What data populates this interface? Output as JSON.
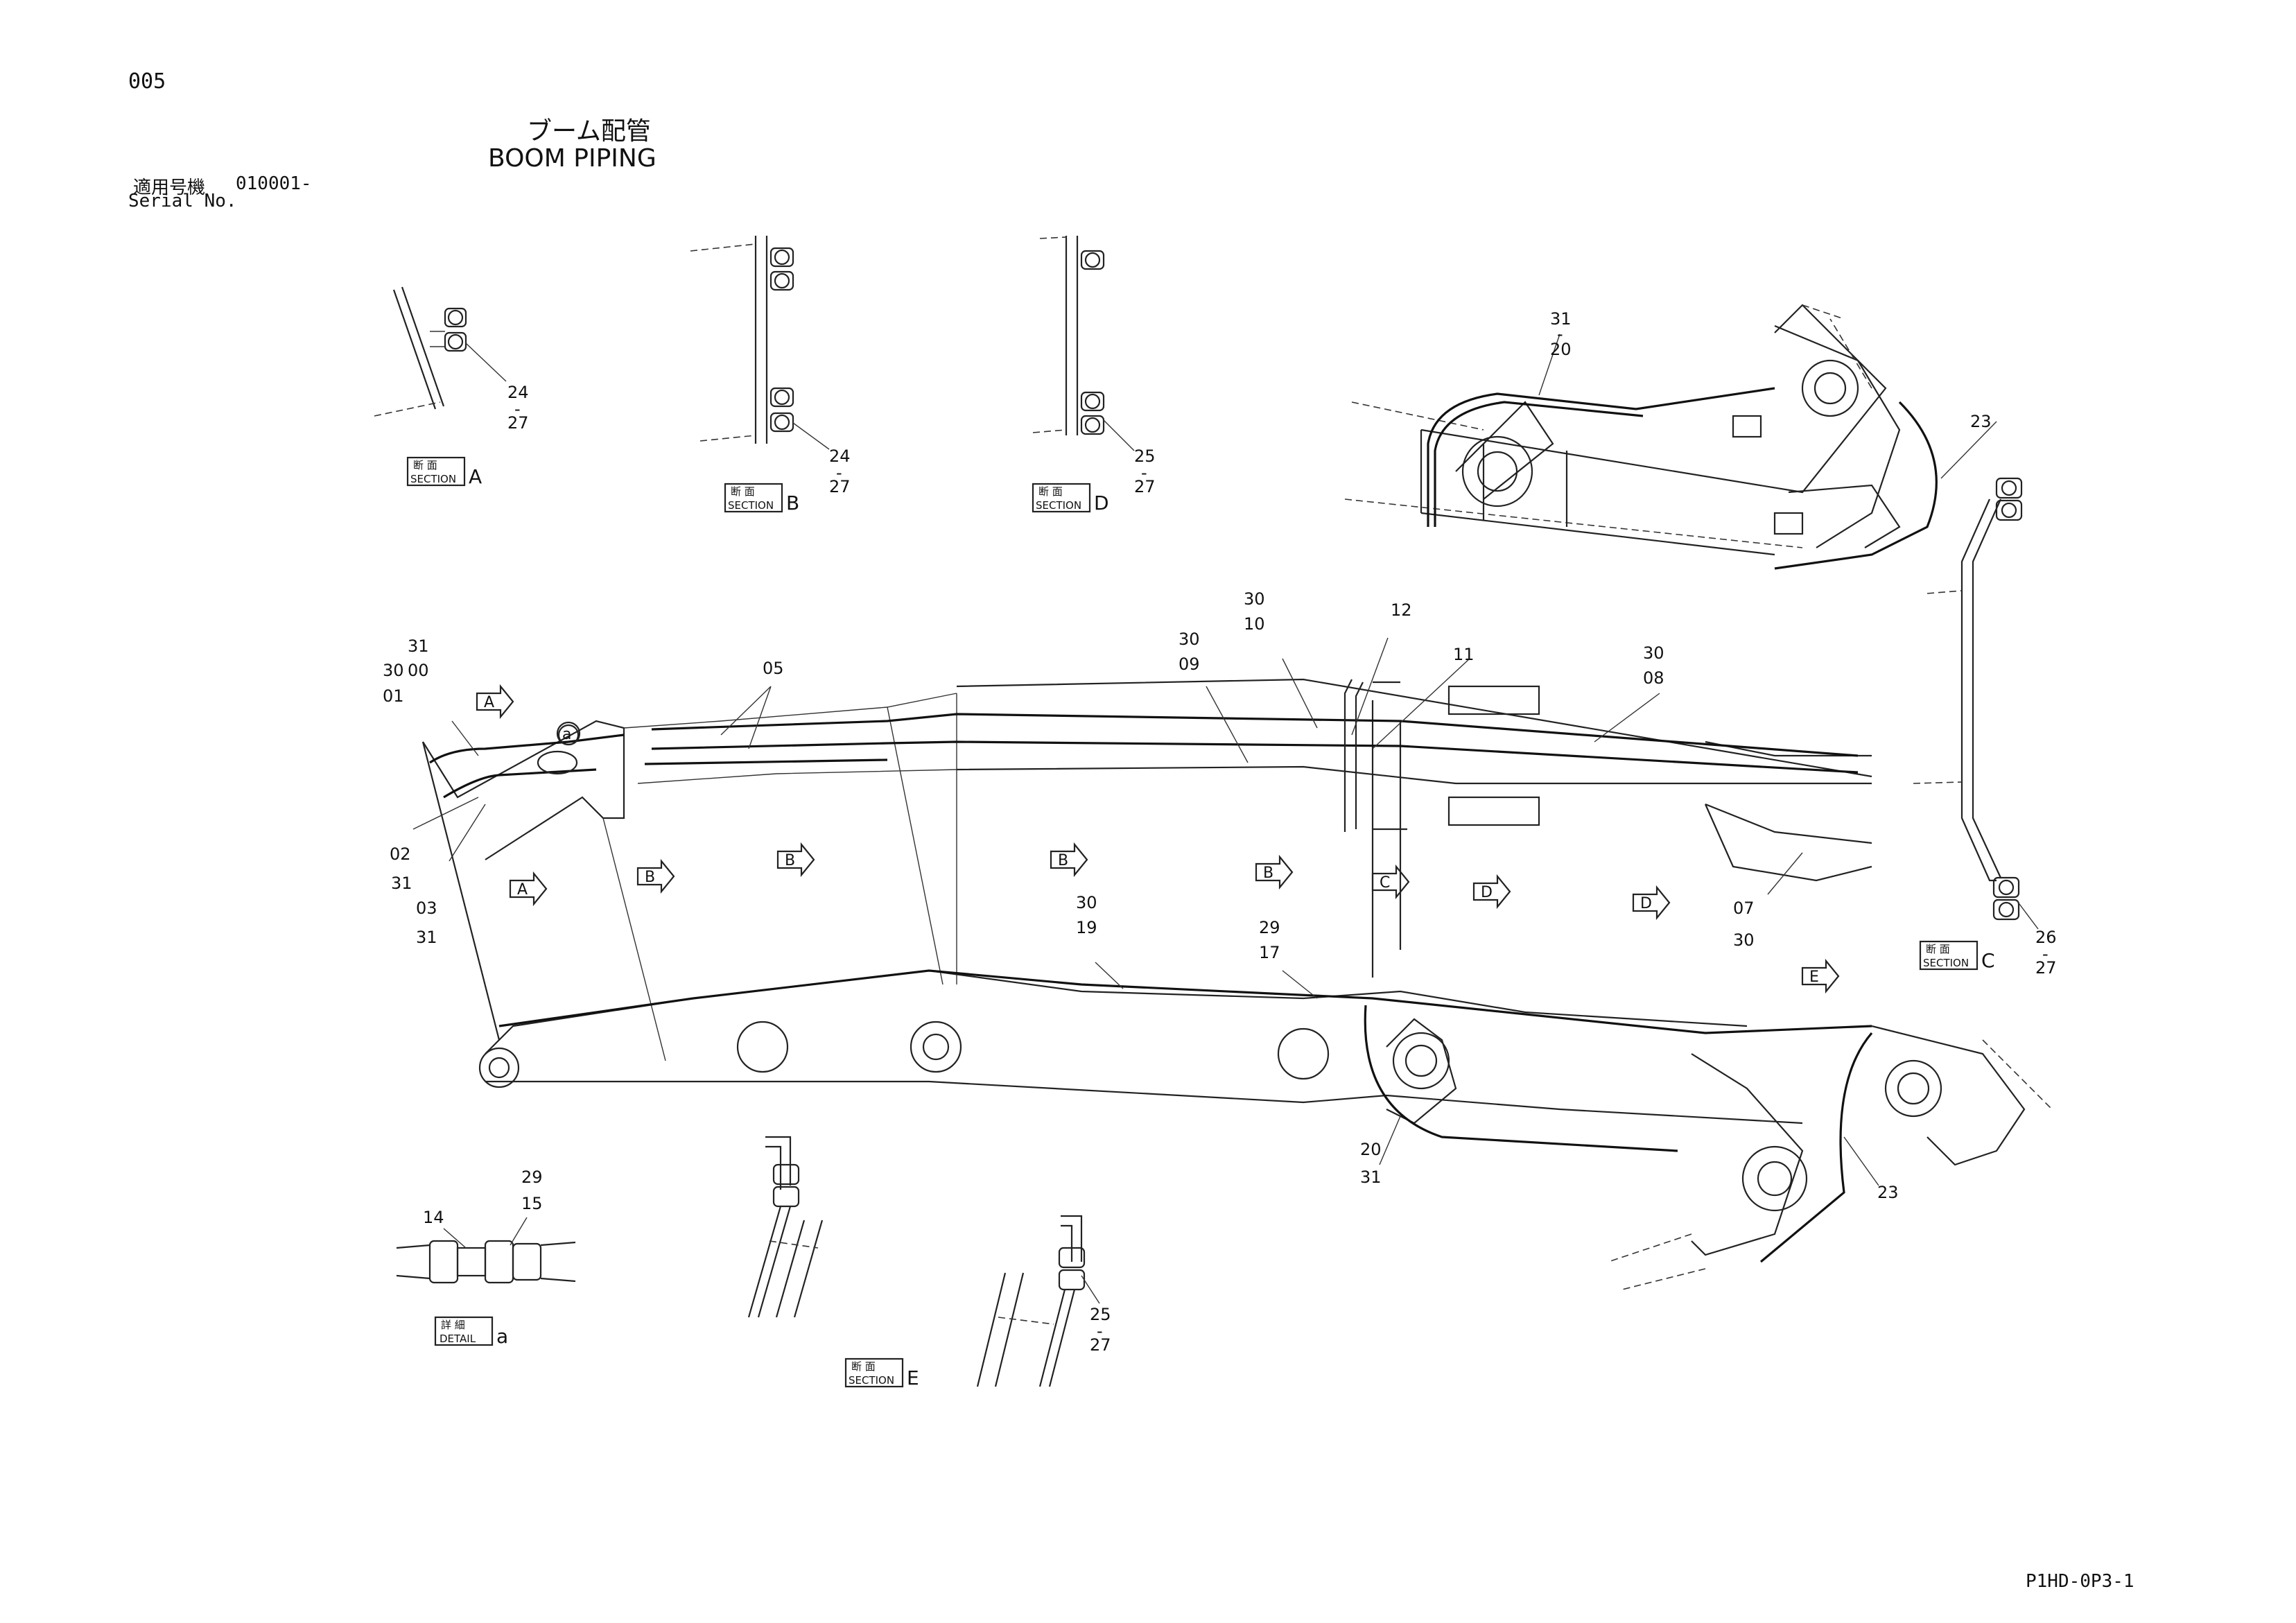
{
  "header": {
    "page_number": "005",
    "title_jp": "ブーム配管",
    "title_en": "BOOM PIPING",
    "serial_label_jp": "適用号機",
    "serial_value": "010001-",
    "serial_label_en": "Serial No."
  },
  "footer": {
    "drawing_code": "P1HD-0P3-1"
  },
  "sections": {
    "A": {
      "jp": "断 面",
      "en": "SECTION",
      "letter": "A"
    },
    "B": {
      "jp": "断 面",
      "en": "SECTION",
      "letter": "B"
    },
    "C": {
      "jp": "断 面",
      "en": "SECTION",
      "letter": "C"
    },
    "D": {
      "jp": "断 面",
      "en": "SECTION",
      "letter": "D"
    },
    "E": {
      "jp": "断 面",
      "en": "SECTION",
      "letter": "E"
    },
    "detail_a": {
      "jp": "詳 細",
      "en": "DETAIL",
      "letter": "a"
    }
  },
  "callouts": {
    "sa_24": "24",
    "sa_27": "27",
    "sb_24": "24",
    "sb_27": "27",
    "sd_25": "25",
    "sd_27": "27",
    "sc_26": "26",
    "sc_27": "27",
    "se_25": "25",
    "se_27": "27",
    "da_14": "14",
    "da_29": "29",
    "da_15": "15",
    "top_31": "31",
    "top_20": "20",
    "top_23": "23",
    "m_31": "31",
    "m_00": "00",
    "m_30a": "30",
    "m_01": "01",
    "m_02": "02",
    "m_31b": "31",
    "m_03": "03",
    "m_31c": "31",
    "m_05": "05",
    "m_30b": "30",
    "m_09": "09",
    "m_30c": "30",
    "m_10": "10",
    "m_12": "12",
    "m_11": "11",
    "m_30d": "30",
    "m_08": "08",
    "m_07": "07",
    "m_30e": "30",
    "m_30f": "30",
    "m_19": "19",
    "m_29": "29",
    "m_17": "17",
    "m_20": "20",
    "m_31d": "31",
    "m_23": "23"
  },
  "view_arrows": {
    "a1": "A",
    "a2": "A",
    "b1": "B",
    "b2": "B",
    "b3": "B",
    "b4": "B",
    "c1": "C",
    "d1": "D",
    "d2": "D",
    "e1": "E",
    "detail": "a"
  }
}
